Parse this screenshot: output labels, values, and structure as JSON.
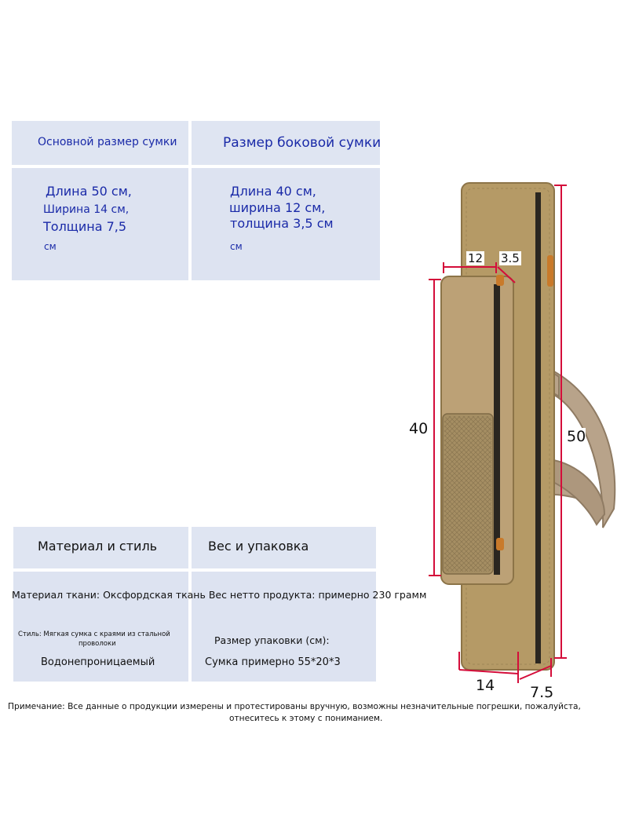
{
  "top_table": {
    "col1_header": "Основной размер сумки",
    "col2_header": "Размер боковой сумки",
    "main": [
      "Длина 50 см,",
      "Ширина 14 см,",
      "Толщина 7,5",
      "см"
    ],
    "side": [
      "Длина 40 см,",
      "ширина 12 см,",
      "толщина 3,5 см",
      "см"
    ]
  },
  "bottom_table": {
    "col1_header": "Материал и стиль",
    "col2_header": "Вес и упаковка",
    "fabric_line": "Материал ткани: Оксфордская ткань Вес нетто продукта: примерно 230 грамм",
    "style_line1": "Стиль: Мягкая сумка с краями из стальной",
    "style_line2": "проволоки",
    "pack_size_label": "Размер упаковки (см):",
    "waterproof": "Водонепроницаемый",
    "pack_size_value": "Сумка примерно 55*20*3"
  },
  "note": {
    "line1": "Примечание: Все данные о продукции измерены и протестированы вручную, возможны незначительные погрешки, пожалуйста,",
    "line2": "отнеситесь к этому с пониманием."
  },
  "dimensions": {
    "side_width": "12",
    "side_thickness": "3.5",
    "side_length": "40",
    "main_length": "50",
    "main_width": "14",
    "main_thickness": "7.5"
  },
  "colors": {
    "table_bg": "#dde3f1",
    "header_text": "#1a2aa8",
    "bag_fabric": "#b59a66",
    "dimension_line": "#d40d3a"
  }
}
